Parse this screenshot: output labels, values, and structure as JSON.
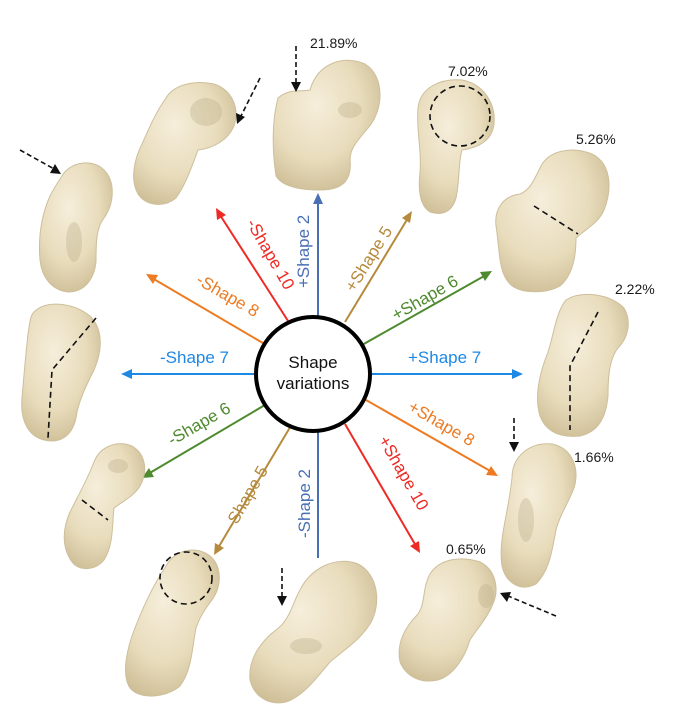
{
  "center": {
    "line1": "Shape",
    "line2": "variations"
  },
  "colors": {
    "shape2": "#4a6fb5",
    "shape5": "#b58a3c",
    "shape6": "#4e8a2e",
    "shape7": "#1e88e5",
    "shape8": "#ee7b22",
    "shape10": "#ee2a24"
  },
  "arrows": [
    {
      "id": "pos-shape2",
      "label": "+Shape 2",
      "color": "shape2"
    },
    {
      "id": "pos-shape5",
      "label": "+Shape 5",
      "color": "shape5"
    },
    {
      "id": "pos-shape6",
      "label": "+Shape 6",
      "color": "shape6"
    },
    {
      "id": "pos-shape7",
      "label": "+Shape 7",
      "color": "shape7"
    },
    {
      "id": "pos-shape8",
      "label": "+Shape 8",
      "color": "shape8"
    },
    {
      "id": "pos-shape10",
      "label": "+Shape 10",
      "color": "shape10"
    },
    {
      "id": "neg-shape2",
      "label": "-Shape 2",
      "color": "shape2"
    },
    {
      "id": "neg-shape5",
      "label": "-Shape 5",
      "color": "shape5"
    },
    {
      "id": "neg-shape6",
      "label": "-Shape 6",
      "color": "shape6"
    },
    {
      "id": "neg-shape7",
      "label": "-Shape 7",
      "color": "shape7"
    },
    {
      "id": "neg-shape8",
      "label": "-Shape 8",
      "color": "shape8"
    },
    {
      "id": "neg-shape10",
      "label": "-Shape 10",
      "color": "shape10"
    }
  ],
  "percentages": {
    "shape2": "21.89%",
    "shape5": "7.02%",
    "shape6": "5.26%",
    "shape7": "2.22%",
    "shape8": "1.66%",
    "shape10": "0.65%"
  }
}
